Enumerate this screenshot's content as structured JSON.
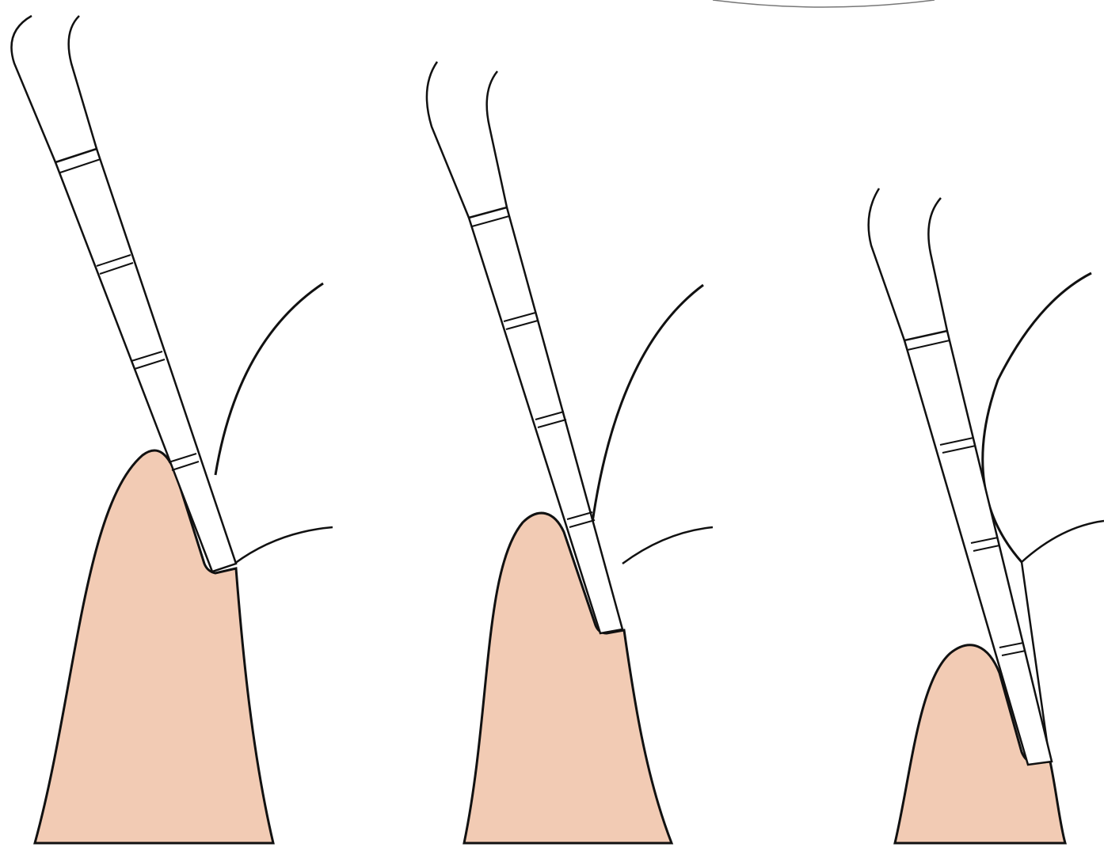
{
  "diagram": {
    "panels": [
      {
        "id": "panel-1",
        "probe_segments": 5,
        "gum_color": "#f2cbb4"
      },
      {
        "id": "panel-2",
        "probe_segments": 5,
        "gum_color": "#f2cbb4"
      },
      {
        "id": "panel-3",
        "probe_segments": 5,
        "gum_color": "#f2cbb4"
      }
    ],
    "colors": {
      "gum_fill": "#f2cbb4",
      "outline": "#111111",
      "probe_fill": "#ffffff",
      "background": "#ffffff"
    }
  }
}
